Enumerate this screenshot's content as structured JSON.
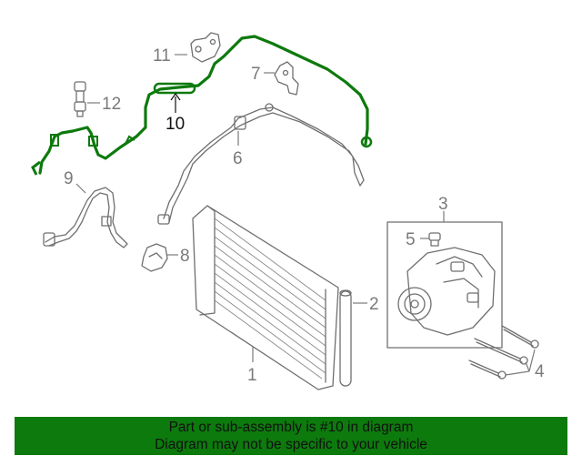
{
  "callouts": {
    "c1": "1",
    "c2": "2",
    "c3": "3",
    "c4": "4",
    "c5": "5",
    "c6": "6",
    "c7": "7",
    "c8": "8",
    "c9": "9",
    "c10": "10",
    "c11": "11",
    "c12": "12"
  },
  "highlighted_part": "10",
  "colors": {
    "highlight": "#0d7a0d",
    "banner_bg": "#0d7a0d",
    "line": "#6f6f6f",
    "text": "#111111"
  },
  "banner": {
    "line1": "Part or sub-assembly is #10 in diagram",
    "line2": "Diagram may not be specific to your vehicle"
  }
}
